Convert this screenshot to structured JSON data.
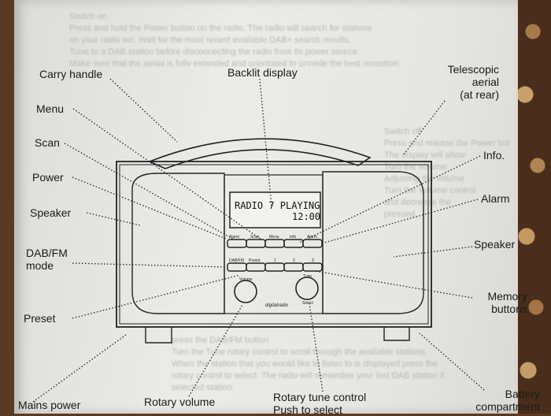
{
  "display": {
    "line1": "RADIO 7 PLAYING",
    "line2": "12:00"
  },
  "buttons_row1": [
    "Alarm",
    "Scan",
    "Menu",
    "Info",
    "Alarm"
  ],
  "buttons_row2": [
    "DAB/FM",
    "Preset",
    "1",
    "2",
    "3"
  ],
  "knobs": {
    "left": "Volume",
    "right": "Tune",
    "right_sub": "Select"
  },
  "brand": "digitalradio",
  "labels": {
    "carry_handle": "Carry handle",
    "backlit_display": "Backlit display",
    "telescopic_aerial": [
      "Telescopic",
      "aerial",
      "(at rear)"
    ],
    "menu": "Menu",
    "scan": "Scan",
    "info": "Info.",
    "power": "Power",
    "alarm": "Alarm",
    "speaker_left": "Speaker",
    "speaker_right": "Speaker",
    "dab_fm_mode": [
      "DAB/FM",
      "mode"
    ],
    "memory_buttons": [
      "Memory",
      "buttons"
    ],
    "preset": "Preset",
    "mains_power": "Mains power",
    "rotary_volume": "Rotary volume",
    "rotary_tune": [
      "Rotary tune control",
      "Push to select"
    ],
    "battery": [
      "Battery",
      "compartment"
    ]
  },
  "colors": {
    "paper": "#e8e8e4",
    "ink": "#1a1a1a",
    "background": "#5a3a22"
  }
}
